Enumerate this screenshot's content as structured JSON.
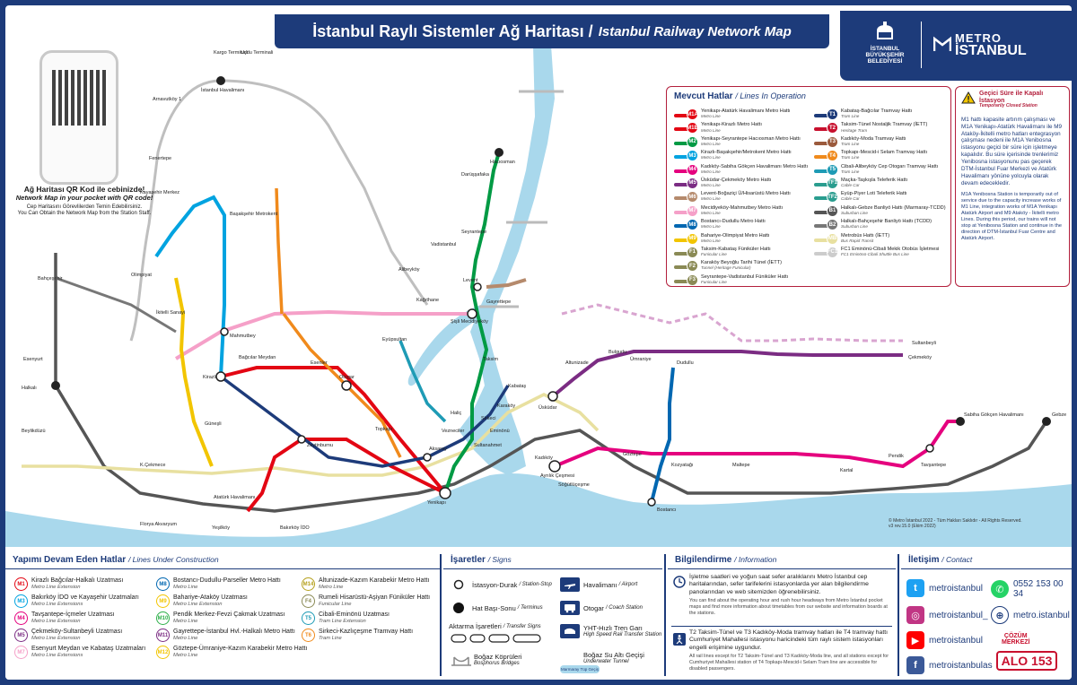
{
  "header": {
    "title_tr": "İstanbul Raylı Sistemler Ağ Haritası /",
    "title_en": "Istanbul Railway Network Map",
    "ibb_lines": [
      "İSTANBUL",
      "BÜYÜKŞEHİR",
      "BELEDİYESİ"
    ],
    "metro_top": "METRO",
    "metro_bottom": "İSTANBUL"
  },
  "qr": {
    "title": "Ağ Haritası QR Kod ile cebinizde!",
    "subtitle": "Network Map in your pocket with QR code!",
    "note_tr": "Cep Haritasını Görevlilerden Temin Edebilirsiniz.",
    "note_en": "You Can Obtain the Network Map from the Station Staff."
  },
  "legend": {
    "title": "Mevcut Hatlar",
    "title_en": "/ Lines In Operation",
    "left": [
      {
        "code": "M1A",
        "color": "#e30613",
        "name": "Yenikapı-Atatürk Havalimanı Metro Hattı",
        "sub": "Metro Line"
      },
      {
        "code": "M1B",
        "color": "#e30613",
        "name": "Yenikapı-Kirazlı Metro Hattı",
        "sub": "Metro Line"
      },
      {
        "code": "M2",
        "color": "#009a44",
        "name": "Yenikapı-Seyrantepe Hacıosman Metro Hattı",
        "sub": "Metro Line"
      },
      {
        "code": "M3",
        "color": "#00a3e0",
        "name": "Kirazlı-Başakşehir/Metrokent Metro Hattı",
        "sub": "Metro Line"
      },
      {
        "code": "M4",
        "color": "#e5007e",
        "name": "Kadıköy-Sabiha Gökçen Havalimanı Metro Hattı",
        "sub": "Metro Line"
      },
      {
        "code": "M5",
        "color": "#7b2c83",
        "name": "Üsküdar-Çekmeköy Metro Hattı",
        "sub": "Metro Line"
      },
      {
        "code": "M6",
        "color": "#b58a6c",
        "name": "Levent-Boğaziçi Ü/Hisarüstü Metro Hattı",
        "sub": "Metro Line"
      },
      {
        "code": "M7",
        "color": "#f5a0c8",
        "name": "Mecidiyeköy-Mahmutbey Metro Hattı",
        "sub": "Metro Line"
      },
      {
        "code": "M8",
        "color": "#0067b1",
        "name": "Bostancı-Dudullu Metro Hattı",
        "sub": "Metro Line"
      },
      {
        "code": "M9",
        "color": "#f2c500",
        "name": "Bahariye-Olimpiyat Metro Hattı",
        "sub": "Metro Line"
      },
      {
        "code": "F1",
        "color": "#8a8a55",
        "name": "Taksim-Kabataş Füniküler Hattı",
        "sub": "Funicular Line"
      },
      {
        "code": "F2",
        "color": "#8a8a55",
        "name": "Karaköy Beyoğlu Tarihi Tünel (İETT)",
        "sub": "Tunnel (Heritage Funicular)"
      },
      {
        "code": "F3",
        "color": "#8a8a55",
        "name": "Seyrantepe-Vadistanbul Füniküler Hattı",
        "sub": "Funicular Line"
      }
    ],
    "right": [
      {
        "code": "T1",
        "color": "#1d3b7a",
        "name": "Kabataş-Bağcılar Tramvay Hattı",
        "sub": "Tram Line"
      },
      {
        "code": "T2",
        "color": "#c8102e",
        "name": "Taksim-Tünel Nostaljik Tramvay (İETT)",
        "sub": "Heritage Tram"
      },
      {
        "code": "T3",
        "color": "#9b5a3c",
        "name": "Kadıköy-Moda Tramvay Hattı",
        "sub": "Tram Line"
      },
      {
        "code": "T4",
        "color": "#f08a1c",
        "name": "Topkapı-Mescid-i Selam Tramvay Hattı",
        "sub": "Tram Line"
      },
      {
        "code": "T5",
        "color": "#1e9bb5",
        "name": "Cibali-Alibeyköy Cep Otogarı Tramvay Hattı",
        "sub": "Tram Line"
      },
      {
        "code": "TF1",
        "color": "#2a9d8f",
        "name": "Maçka-Taşkışla Teleferik Hattı",
        "sub": "Cable Car"
      },
      {
        "code": "TF2",
        "color": "#2a9d8f",
        "name": "Eyüp-Piyer Loti Teleferik Hattı",
        "sub": "Cable Car"
      },
      {
        "code": "B1",
        "color": "#555555",
        "name": "Halkalı-Gebze Banliyö Hattı (Marmaray-TCDD)",
        "sub": "Suburban Line"
      },
      {
        "code": "B2",
        "color": "#777777",
        "name": "Halkalı-Bahçeşehir Banliyö Hattı (TCDD)",
        "sub": "Suburban Line"
      },
      {
        "code": "MB",
        "color": "#e8e0a0",
        "name": "Metrobüs Hattı (İETT)",
        "sub": "Bus Rapid Transit"
      },
      {
        "code": "FC1",
        "color": "#cccccc",
        "name": "FC1 Eminönü-Cibali Mekik Otobüs İşletmesi",
        "sub": "FC1 Eminönü-Cibali Shuttle Bus Line"
      }
    ]
  },
  "notice": {
    "title": "Geçici Süre ile Kapalı İstasyon",
    "title_en": "Temporarily Closed Station",
    "body_tr": "M1 hattı kapasite artırım çalışması ve M1A Yenikapı-Atatürk Havalimanı ile M9 Ataköy-İkitelli metro hatları entegrasyon çalışması nedeni ile M1A Yenibosna istasyonu geçici bir süre için işletmeye kapalıdır. Bu süre içerisinde trenlerimiz Yenibosna istasyonunu pas geçerek DTM-İstanbul Fuar Merkezi ve Atatürk Havalimanı yönüne yolcuyla olarak devam edecekledir.",
    "body_en": "M1A Yenibosna Station is temporarily out of service due to the capacity increase works of M1 Line, integration works of M1A Yenikapı Atatürk Airport and M9 Ataköy - İkitelli metro Lines. During this period, our trains will not stop at Yenibosna Station and continue in the direction of DTM-İstanbul Fuar Centre and Atatürk Airport."
  },
  "map": {
    "stations": [
      {
        "id": "kargo",
        "label": "Kargo Terminali"
      },
      {
        "id": "ucdu",
        "label": "Uçdu Terminali"
      },
      {
        "id": "ist_air",
        "label": "İstanbul Havalimanı"
      },
      {
        "id": "arnavutkoy",
        "label": "Arnavutköy 1"
      },
      {
        "id": "fenertepe",
        "label": "Fenertepe"
      },
      {
        "id": "kayasehir",
        "label": "Kayaşehir Merkez"
      },
      {
        "id": "olimpiyat",
        "label": "Olimpiyat"
      },
      {
        "id": "basaksehir",
        "label": "Başakşehir Metrokent"
      },
      {
        "id": "ikitelli",
        "label": "İkitelli Sanayi"
      },
      {
        "id": "mahmutbey",
        "label": "Mahmutbey"
      },
      {
        "id": "kirazli",
        "label": "Kirazlı"
      },
      {
        "id": "bagcilar",
        "label": "Bağcılar Meydan"
      },
      {
        "id": "otogar",
        "label": "Otogar"
      },
      {
        "id": "ataturk_air",
        "label": "Atatürk Havalimanı"
      },
      {
        "id": "bakirkoy",
        "label": "Bakırköy İDO"
      },
      {
        "id": "zeytinburnu",
        "label": "Zeytinburnu"
      },
      {
        "id": "yenikapi",
        "label": "Yenikapı"
      },
      {
        "id": "aksaray",
        "label": "Aksaray"
      },
      {
        "id": "halkali",
        "label": "Halkalı"
      },
      {
        "id": "florya",
        "label": "Florya Akvaryum"
      },
      {
        "id": "yesilkoy",
        "label": "Yeşilköy"
      },
      {
        "id": "kucukcekmece",
        "label": "K.Çekmece"
      },
      {
        "id": "sirkeci",
        "label": "Sirkeci"
      },
      {
        "id": "eminonu",
        "label": "Eminönü"
      },
      {
        "id": "karakoy",
        "label": "Karaköy"
      },
      {
        "id": "kabatas",
        "label": "Kabataş"
      },
      {
        "id": "taksim",
        "label": "Taksim"
      },
      {
        "id": "sisli",
        "label": "Şişli Mecidiyeköy"
      },
      {
        "id": "levent",
        "label": "Levent"
      },
      {
        "id": "haciosman",
        "label": "Hacıosman"
      },
      {
        "id": "darussafaka",
        "label": "Darüşşafaka"
      },
      {
        "id": "seyrantepe",
        "label": "Seyrantepe"
      },
      {
        "id": "vadistanbul",
        "label": "Vadistanbul"
      },
      {
        "id": "kagithane",
        "label": "Kağıthane"
      },
      {
        "id": "alibeykoy",
        "label": "Alibeyköy"
      },
      {
        "id": "eyup",
        "label": "Eyüpsultan"
      },
      {
        "id": "uskudar",
        "label": "Üsküdar"
      },
      {
        "id": "ayrilik",
        "label": "Ayrılık Çeşmesi"
      },
      {
        "id": "kadikoy",
        "label": "Kadıköy"
      },
      {
        "id": "bostanci",
        "label": "Bostancı"
      },
      {
        "id": "pendik",
        "label": "Pendik"
      },
      {
        "id": "tavsantepe",
        "label": "Tavşantepe"
      },
      {
        "id": "sabiha",
        "label": "Sabiha Gökçen Havalimanı"
      },
      {
        "id": "gebze",
        "label": "Gebze"
      },
      {
        "id": "cekmekoy",
        "label": "Çekmeköy"
      },
      {
        "id": "sultanbeyli",
        "label": "Sultanbeyli"
      },
      {
        "id": "altunizade",
        "label": "Altunizade"
      },
      {
        "id": "bulgurlu",
        "label": "Bulgurlu"
      },
      {
        "id": "dudullu",
        "label": "Dudullu"
      },
      {
        "id": "umraniye",
        "label": "Ümraniye"
      },
      {
        "id": "goztepe",
        "label": "Göztepe"
      },
      {
        "id": "kozyatagi",
        "label": "Kozyatağı"
      },
      {
        "id": "bahcesehir",
        "label": "Bahçeşehir"
      },
      {
        "id": "esenyurt",
        "label": "Esenyurt"
      },
      {
        "id": "beylikduzu",
        "label": "Beylikdüzü"
      },
      {
        "id": "topkapi",
        "label": "Topkapı"
      },
      {
        "id": "sultanahmet",
        "label": "Sultanahmet"
      },
      {
        "id": "vezneciler",
        "label": "Vezneciler"
      },
      {
        "id": "halic",
        "label": "Haliç"
      },
      {
        "id": "sogutlucesme",
        "label": "Söğütlüçeşme"
      },
      {
        "id": "kartal",
        "label": "Kartal"
      },
      {
        "id": "maltepe",
        "label": "Maltepe"
      },
      {
        "id": "gayrettepe",
        "label": "Gayrettepe"
      },
      {
        "id": "gunesli",
        "label": "Güneşli"
      },
      {
        "id": "esenler",
        "label": "Esenler"
      }
    ],
    "copyright": "© Metro İstanbul 2022 - Tüm Hakları Saklıdır - All Rights Reserved.",
    "version": "v3 rev.15.0 (Ekim 2022)"
  },
  "construction": {
    "title": "Yapımı Devam Eden Hatlar",
    "title_en": "/ Lines Under Construction",
    "items": [
      {
        "code": "M1",
        "color": "#e30613",
        "name": "Kirazlı Bağcılar-Halkalı Uzatması",
        "sub": "Metro Line Extension"
      },
      {
        "code": "M3",
        "color": "#00a3e0",
        "name": "Bakırköy İDO ve Kayaşehir Uzatmaları",
        "sub": "Metro Line Extensions"
      },
      {
        "code": "M4",
        "color": "#e5007e",
        "name": "Tavşantepe-İçmeler Uzatması",
        "sub": "Metro Line Extension"
      },
      {
        "code": "M5",
        "color": "#7b2c83",
        "name": "Çekmeköy-Sultanbeyli Uzatması",
        "sub": "Metro Line Extension"
      },
      {
        "code": "M7",
        "color": "#f5a0c8",
        "name": "Esenyurt Meydan ve Kabataş Uzatmaları",
        "sub": "Metro Line Extensions"
      },
      {
        "code": "M8",
        "color": "#0067b1",
        "name": "Bostancı-Dudullu-Parseller Metro Hattı",
        "sub": "Metro Line"
      },
      {
        "code": "M9",
        "color": "#f2c500",
        "name": "Bahariye-Ataköy Uzatması",
        "sub": "Metro Line Extension"
      },
      {
        "code": "M10",
        "color": "#2eb04a",
        "name": "Pendik Merkez-Fevzi Çakmak Uzatması",
        "sub": "Metro Line"
      },
      {
        "code": "M11",
        "color": "#7b2c83",
        "name": "Gayrettepe-İstanbul Hvl.-Halkalı Metro Hattı",
        "sub": "Metro Line"
      },
      {
        "code": "M12",
        "color": "#f2c500",
        "name": "Göztepe-Ümraniye-Kazım Karabekir Metro Hattı",
        "sub": "Metro Line"
      },
      {
        "code": "M14",
        "color": "#b5a01c",
        "name": "Altunizade-Kazım Karabekir Metro Hattı",
        "sub": "Metro Line"
      },
      {
        "code": "F4",
        "color": "#8a8a55",
        "name": "Rumeli Hisarüstü-Aşiyan Füniküler Hattı",
        "sub": "Funicular Line"
      },
      {
        "code": "T5",
        "color": "#1e9bb5",
        "name": "Cibali-Eminönü Uzatması",
        "sub": "Tram Line Extension"
      },
      {
        "code": "T6",
        "color": "#f08a1c",
        "name": "Sirkeci-Kazlıçeşme Tramvay Hattı",
        "sub": "Tram Line"
      }
    ]
  },
  "signs": {
    "title": "İşaretler",
    "title_en": "/ Signs",
    "station": "İstasyon-Durak",
    "station_en": "/ Station-Stop",
    "terminus": "Hat Başı-Sonu",
    "terminus_en": "/ Terminus",
    "transfer": "Aktarma İşaretleri",
    "transfer_en": "/ Transfer Signs",
    "bridges": "Boğaz Köprüleri",
    "bridges_en": "Bosphorus Bridges",
    "airport": "Havalimanı",
    "airport_en": "/ Airport",
    "coach": "Otogar",
    "coach_en": "/ Coach Station",
    "yht": "YHT-Hızlı Tren Garı",
    "yht_en": "High Speed Rail Transfer Station",
    "tunnel": "Boğaz Su Altı Geçişi",
    "tunnel_en": "Underwater Tunnel",
    "tunnel_tag": "Marmaray Tüp Geçiş"
  },
  "info": {
    "title": "Bilgilendirme",
    "title_en": "/ Information",
    "block1": "İşletme saatleri ve yoğun saat sefer aralıklarını Metro İstanbul cep haritalarından, sefer tarifelerini istasyonlarda yer alan bilgilendirme panolarından ve web sitemizden öğrenebilirsiniz.",
    "block1_en": "You can find about the operating hour and rush hour headways from Metro İstanbul pocket maps and find more information about timetables from our website and information boards at the stations.",
    "block2": "T2 Taksim-Tünel ve T3 Kadıköy-Moda tramvay hatları ile T4 tramvay hattı Cumhuriyet Mahallesi istasyonu haricindeki tüm raylı sistem istasyonları engelli erişimine uygundur.",
    "block2_en": "All rail lines except for T2 Taksim-Tünel and T3 Kadıköy-Moda line, and all stations except for Cumhuriyet Mahallesi station of T4 Topkapı-Mescid-i Selam Tram line are accessible for disabled passengers."
  },
  "contact": {
    "title": "İletişim",
    "title_en": "/ Contact",
    "twitter": "metroistanbul",
    "whatsapp": "0552 153 00 34",
    "instagram": "metroistanbul_",
    "web": "metro.istanbul",
    "youtube": "metroistanbul",
    "facebook": "metroistanbulas",
    "cozum_top": "ÇÖZÜM",
    "cozum_bottom": "MERKEZİ",
    "alo": "ALO 153"
  },
  "colors": {
    "navy": "#1d3b7a",
    "water": "#a9d8ec",
    "accent_red": "#b31f3c"
  }
}
